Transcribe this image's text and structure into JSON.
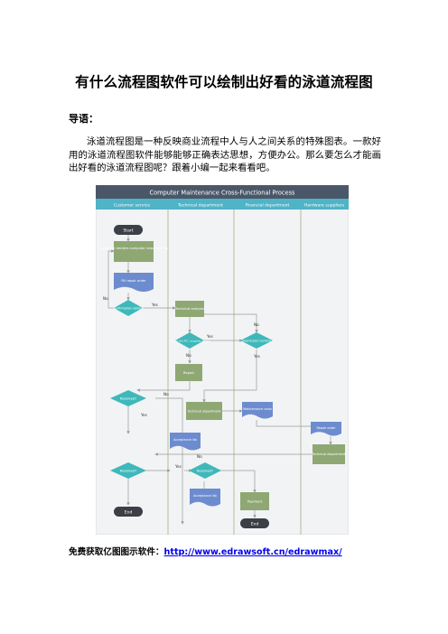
{
  "document": {
    "title": "有什么流程图软件可以绘制出好看的泳道流程图",
    "intro_label": "导语：",
    "body": "泳道流程图是一种反映商业流程中人与人之间关系的特殊图表。一款好用的泳道流程图软件能够能够正确表达思想，方便办公。那么要怎么才能画出好看的泳道流程图呢？跟着小编一起来看看吧。",
    "footer_label": "免费获取亿图图示软件：",
    "footer_link": "http://www.edrawsoft.cn/edrawmax/"
  },
  "diagram": {
    "title": "Computer Maintenance Cross-Functional Process",
    "lanes": [
      "Customer service",
      "Technical department",
      "Financial department",
      "Hardware suppliers"
    ],
    "nodes": {
      "start": "Start",
      "customer_decide": "Customer decides computer requirements",
      "fill_order": "Fill repair order",
      "confirm_1": "Confirmation content",
      "technical_analysis": "Technical analysis",
      "repair_decision": "Repair the PC / supplier repair",
      "submission_content": "Submission content",
      "repair": "Repair",
      "resolved_1": "Resolved?",
      "technical_dept": "Technical department",
      "maintenance_costs": "Maintenance costs",
      "repair_order": "Repair order",
      "acceptance_list": "Acceptance list",
      "technical_dept_2": "Technical department",
      "resolved_2": "Resolved?",
      "resolved_3": "Resolved?",
      "acceptance_list_2": "Acceptance list",
      "payment": "Payment",
      "end_1": "End",
      "end_2": "End"
    },
    "labels": {
      "yes": "Yes",
      "no": "No"
    },
    "colors": {
      "header": "#4a5768",
      "lane_header": "#4fb4c6",
      "process": "#8fa873",
      "document": "#6d8ccf",
      "decision": "#3fb8ba",
      "terminal": "#3c3f46"
    }
  }
}
